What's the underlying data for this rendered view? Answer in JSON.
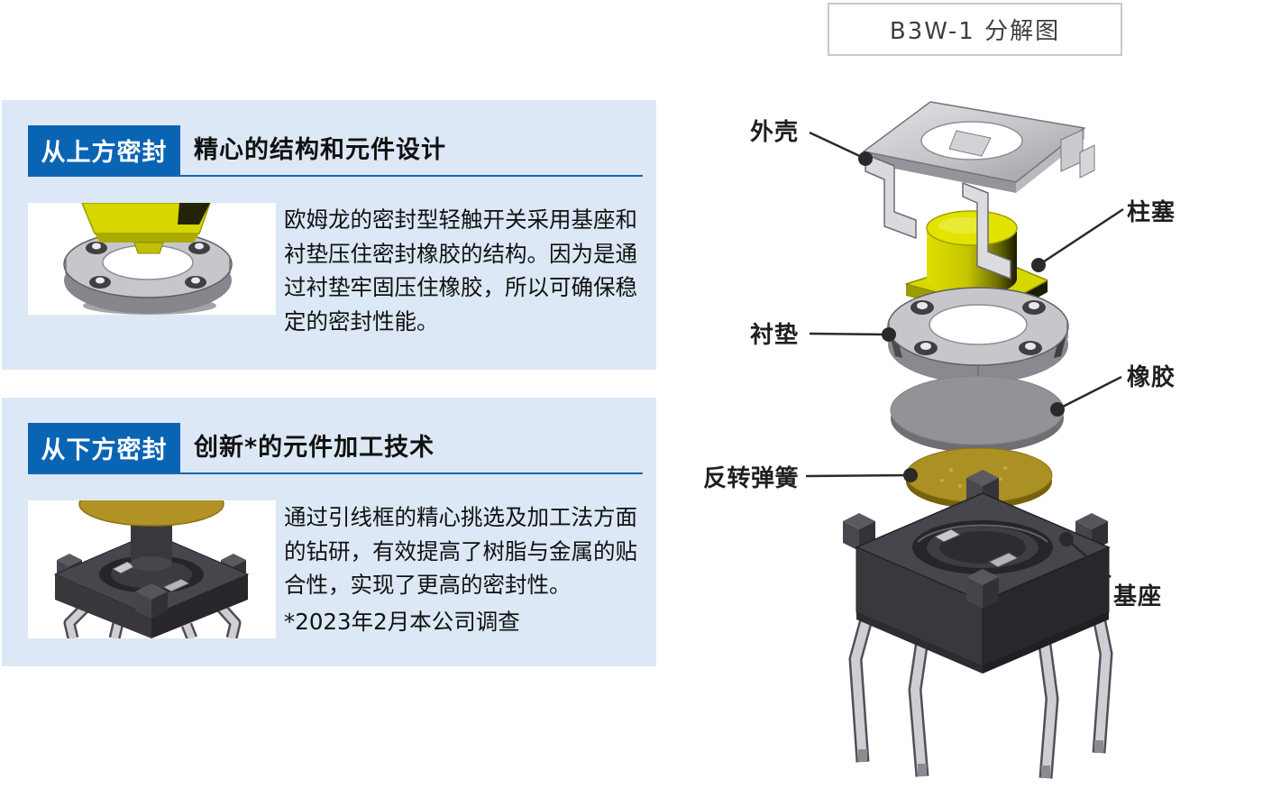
{
  "colors": {
    "panel_bg": "#dce8f5",
    "badge_bg": "#0a64b4",
    "badge_text": "#ffffff",
    "accent_line": "#1566b2",
    "heading_text": "#111111",
    "body_text": "#111111",
    "diagram_title_text": "#3e3e3e",
    "diagram_title_border": "#c8c8c8",
    "label_text": "#1f1f1f",
    "callout": "#2a2a2a"
  },
  "sections": [
    {
      "badge": "从上方密封",
      "title": "精心的结构和元件设计",
      "body": "欧姆龙的密封型轻触开关采用基座和衬垫压住密封橡胶的结构。因为是通过衬垫牢固压住橡胶，所以可确保稳定的密封性能。",
      "image_name": "plunger-and-gasket-render"
    },
    {
      "badge": "从下方密封",
      "title": "创新*的元件加工技术",
      "body": "通过引线框的精心挑选及加工法方面的钻研，有效提高了树脂与金属的贴合性，实现了更高的密封性。",
      "footnote": "*2023年2月本公司调查",
      "image_name": "base-and-spring-render"
    }
  ],
  "diagram": {
    "title": "B3W-1 分解图",
    "labels": [
      {
        "text": "外壳"
      },
      {
        "text": "柱塞"
      },
      {
        "text": "衬垫"
      },
      {
        "text": "橡胶"
      },
      {
        "text": "反转弹簧"
      },
      {
        "text": "基座"
      }
    ]
  }
}
